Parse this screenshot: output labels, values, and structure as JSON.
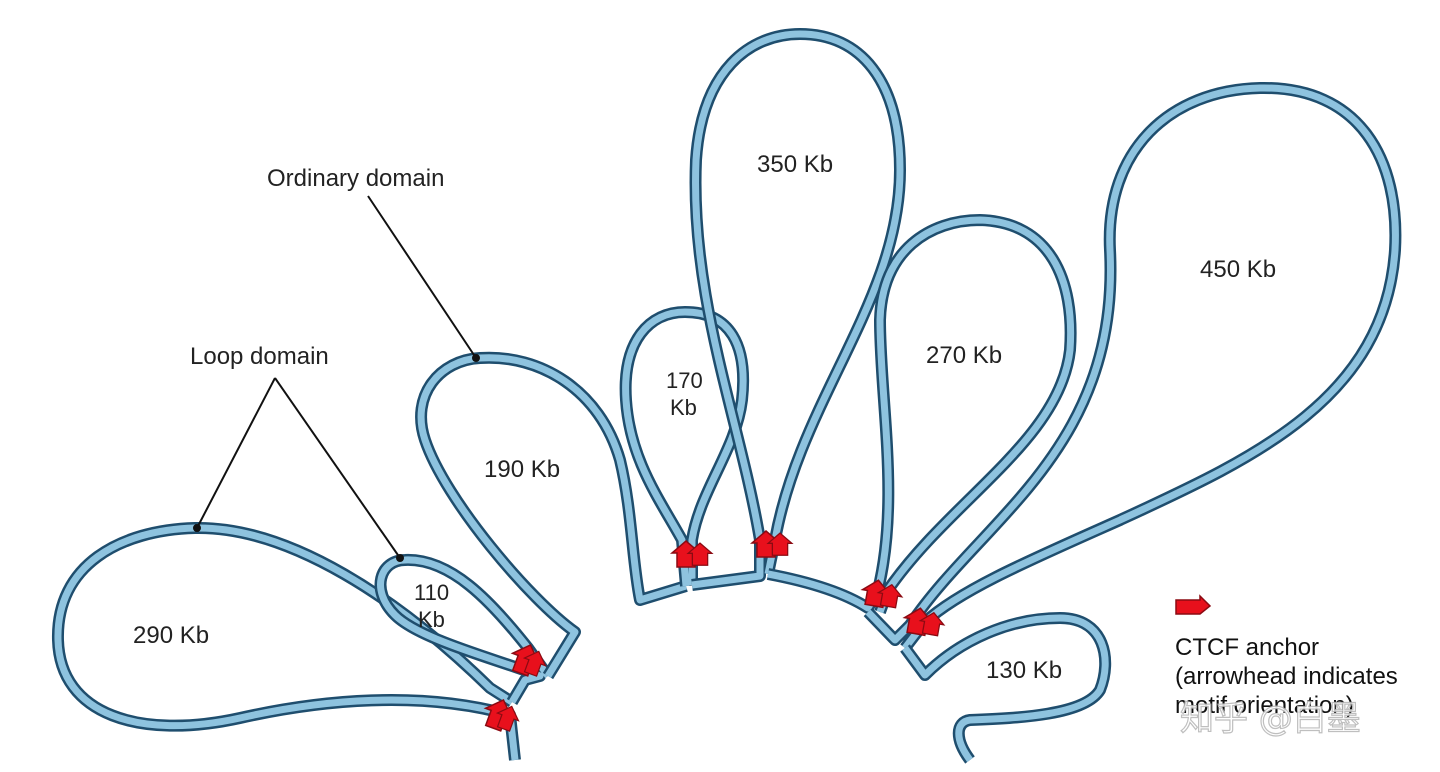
{
  "annotations": {
    "ordinary_domain": "Ordinary domain",
    "loop_domain": "Loop domain"
  },
  "loops": [
    {
      "id": "loop-290",
      "label": "290 Kb"
    },
    {
      "id": "loop-110",
      "label_line1": "110",
      "label_line2": "Kb"
    },
    {
      "id": "loop-190",
      "label": "190 Kb"
    },
    {
      "id": "loop-170",
      "label_line1": "170",
      "label_line2": "Kb"
    },
    {
      "id": "loop-350",
      "label": "350 Kb"
    },
    {
      "id": "loop-270",
      "label": "270 Kb"
    },
    {
      "id": "loop-450",
      "label": "450 Kb"
    },
    {
      "id": "loop-130",
      "label": "130 Kb"
    }
  ],
  "legend": {
    "line1": "CTCF anchor",
    "line2": "(arrowhead indicates",
    "line3": "motif orientation)"
  },
  "watermark": "知乎 @白墨",
  "colors": {
    "fiber_fill": "#8ec3df",
    "fiber_outline": "#1f4e6e",
    "anchor": "#e8101c"
  }
}
